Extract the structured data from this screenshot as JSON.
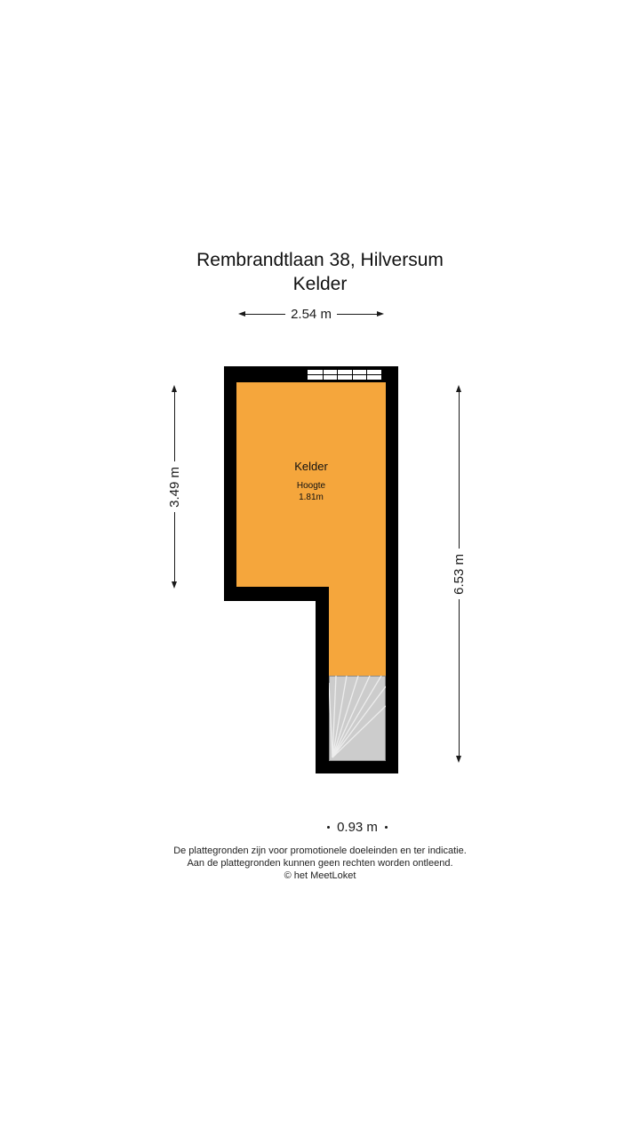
{
  "title": {
    "line1": "Rembrandtlaan 38, Hilversum",
    "line2": "Kelder"
  },
  "dimensions": {
    "top": "2.54 m",
    "left": "3.49 m",
    "right": "6.53 m",
    "bottom": "0.93 m"
  },
  "room": {
    "name": "Kelder",
    "height_label": "Hoogte",
    "height_value": "1.81m"
  },
  "footer": {
    "line1": "De plattegronden zijn voor promotionele doeleinden en ter indicatie.",
    "line2": "Aan de plattegronden kunnen geen rechten worden ontleend.",
    "line3": "© het MeetLoket"
  },
  "colors": {
    "room_fill": "#F5A63C",
    "wall": "#000000",
    "stairs": "#CCCCCC"
  }
}
